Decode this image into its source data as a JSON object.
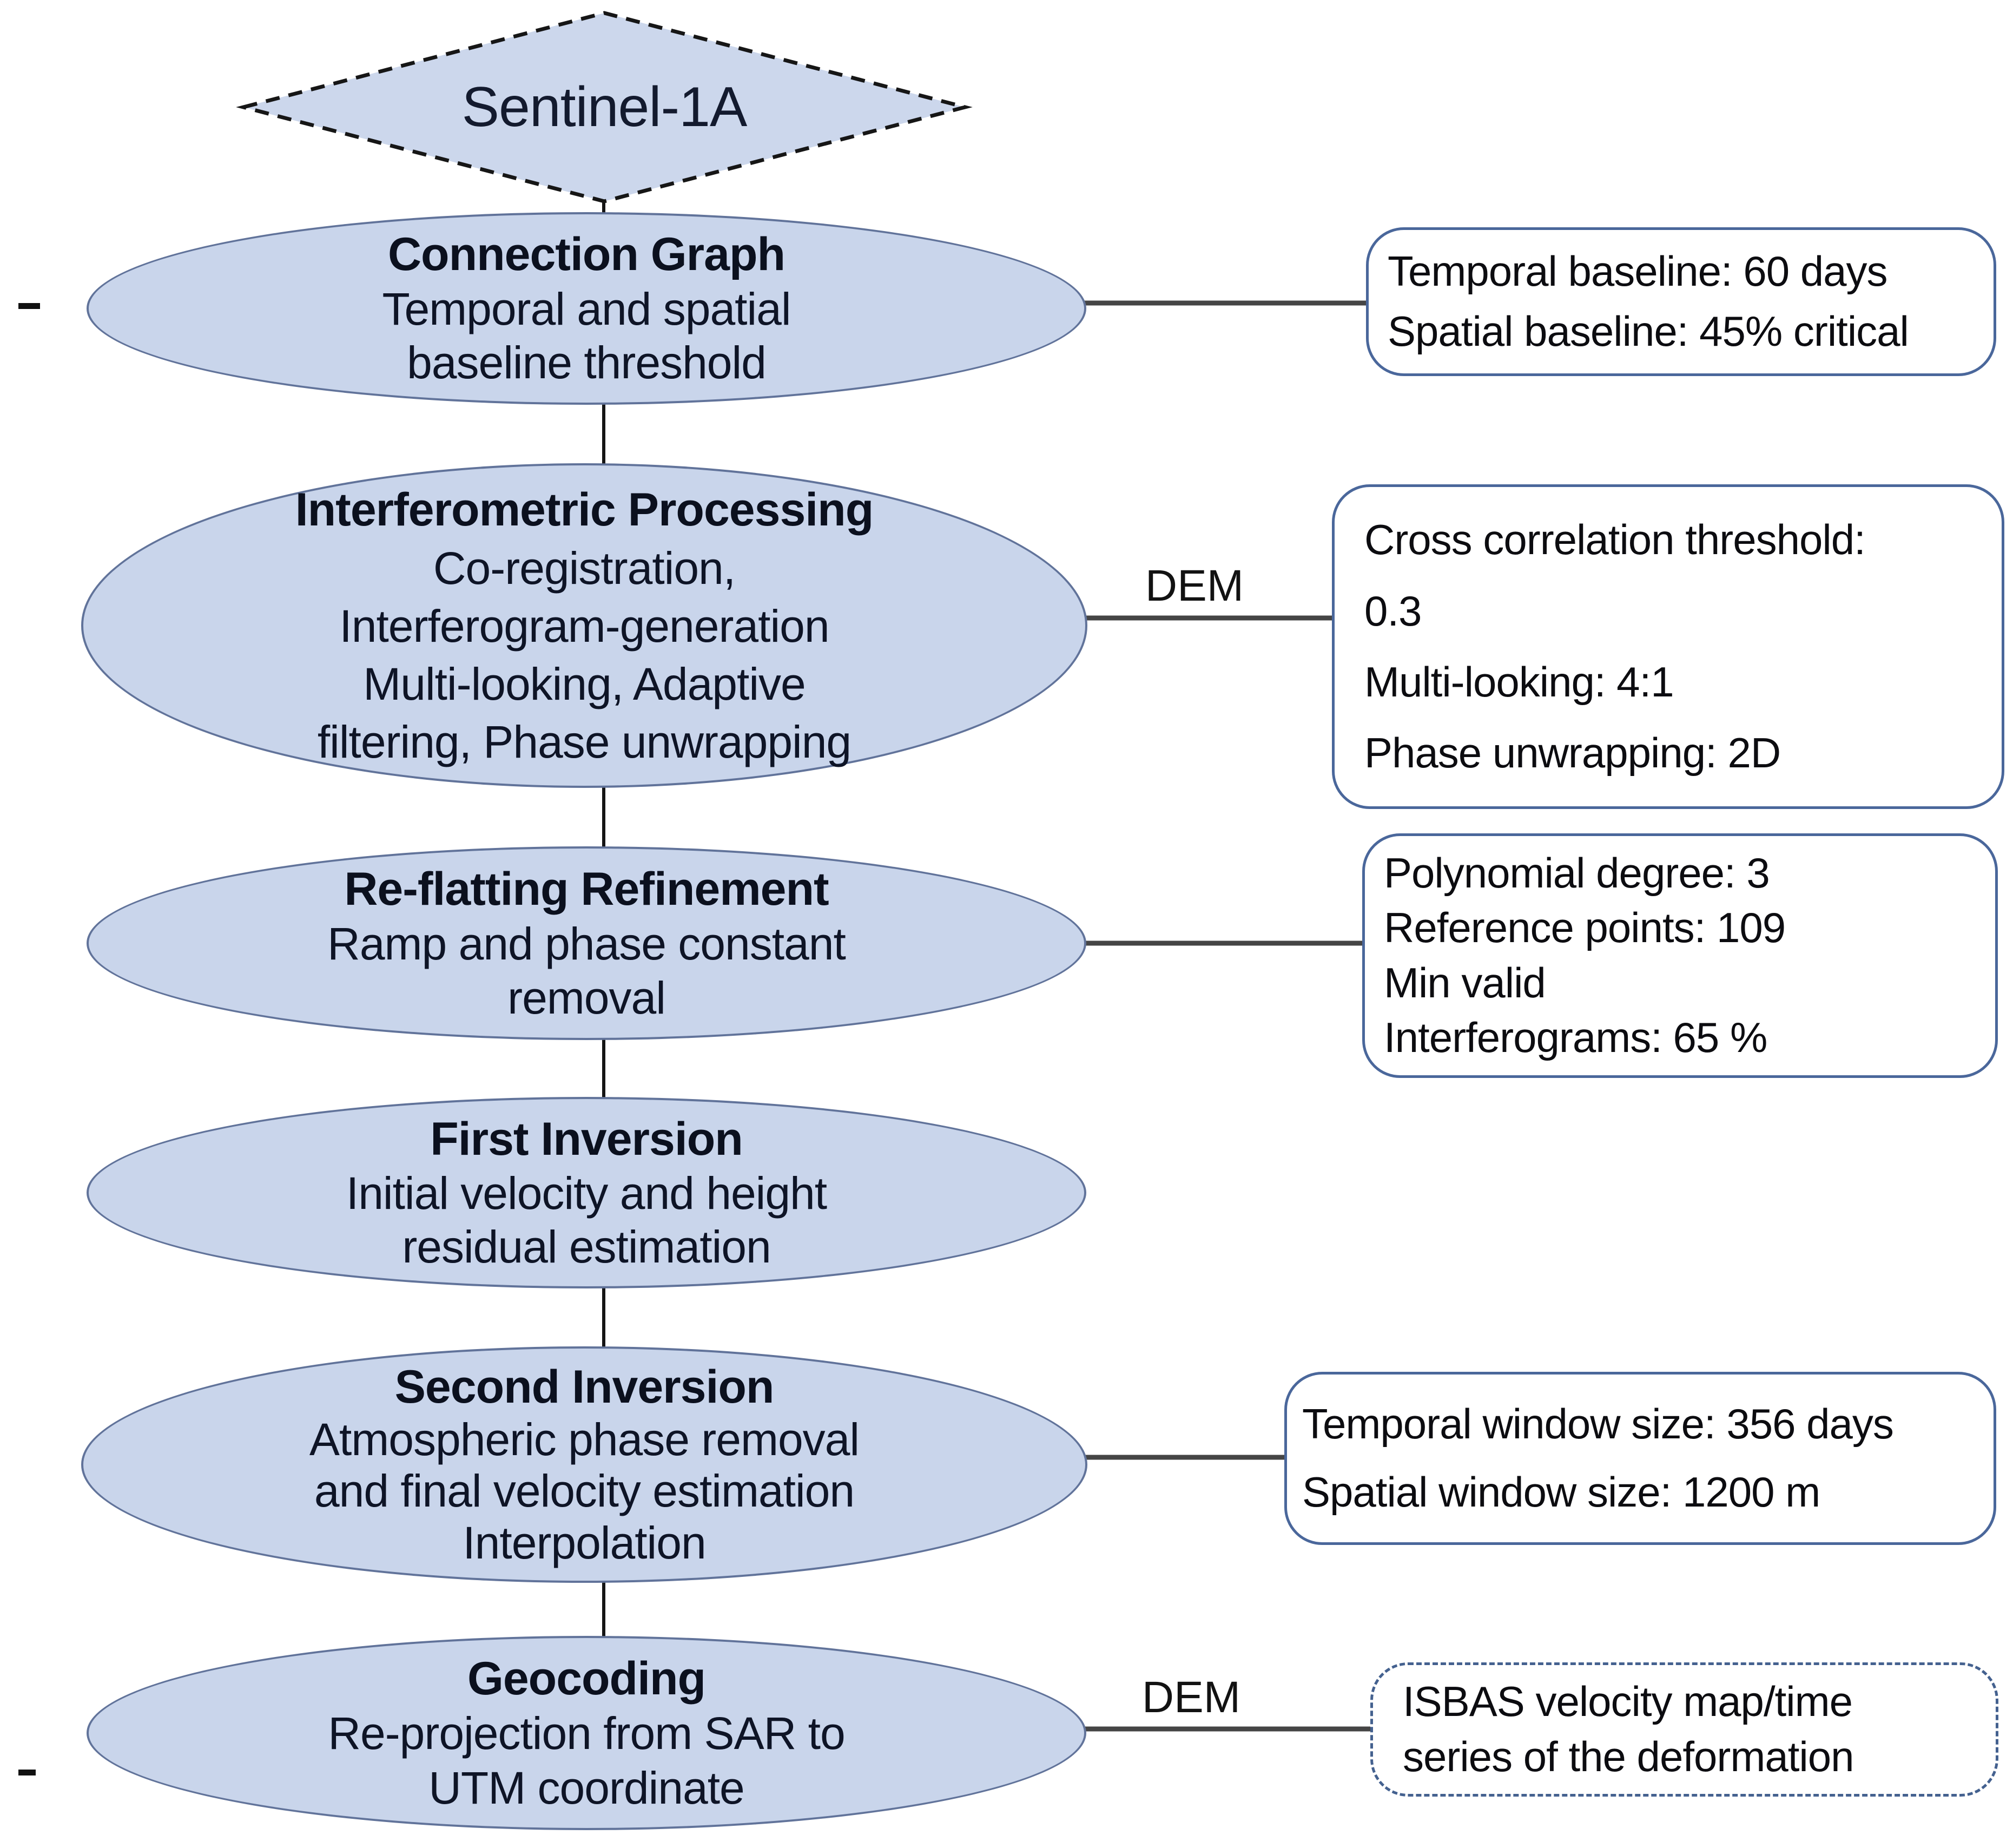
{
  "palette": {
    "node_fill": "#c9d5eb",
    "node_border": "#61739a",
    "box_border": "#4a679b",
    "diamond_border": "#1a1a1a",
    "connector": "#454545",
    "text": "#10141f"
  },
  "figure": {
    "source_node": {
      "label": "Sentinel-1A"
    },
    "nodes": [
      {
        "title": "Connection Graph",
        "lines": [
          "Temporal and spatial",
          "baseline threshold"
        ]
      },
      {
        "title": "Interferometric Processing",
        "lines": [
          "Co-registration,",
          "Interferogram-generation",
          "Multi-looking, Adaptive",
          "filtering, Phase unwrapping"
        ]
      },
      {
        "title": "Re-flatting Refinement",
        "lines": [
          "Ramp and phase constant",
          "removal"
        ]
      },
      {
        "title": "First Inversion",
        "lines": [
          "Initial velocity and height",
          "residual estimation"
        ]
      },
      {
        "title": "Second Inversion",
        "lines": [
          "Atmospheric phase removal",
          "and final velocity estimation",
          "Interpolation"
        ]
      },
      {
        "title": "Geocoding",
        "lines": [
          "Re-projection from SAR to",
          "UTM coordinate"
        ]
      }
    ],
    "side_boxes": [
      {
        "style": "solid",
        "lines": [
          "Temporal baseline: 60 days",
          "Spatial baseline: 45% critical"
        ]
      },
      {
        "style": "solid",
        "connector_label": "DEM",
        "lines": [
          "Cross correlation threshold:",
          "0.3",
          "Multi-looking: 4:1",
          "Phase unwrapping: 2D"
        ]
      },
      {
        "style": "solid",
        "lines": [
          "Polynomial degree: 3",
          "Reference points: 109",
          "Min valid",
          "Interferograms: 65 %"
        ]
      },
      {
        "style": "solid",
        "lines": [
          "Temporal window size: 356 days",
          "Spatial window size: 1200 m"
        ]
      },
      {
        "style": "dashed",
        "connector_label": "DEM",
        "lines": [
          "ISBAS velocity map/time",
          "series of the deformation"
        ]
      }
    ]
  }
}
